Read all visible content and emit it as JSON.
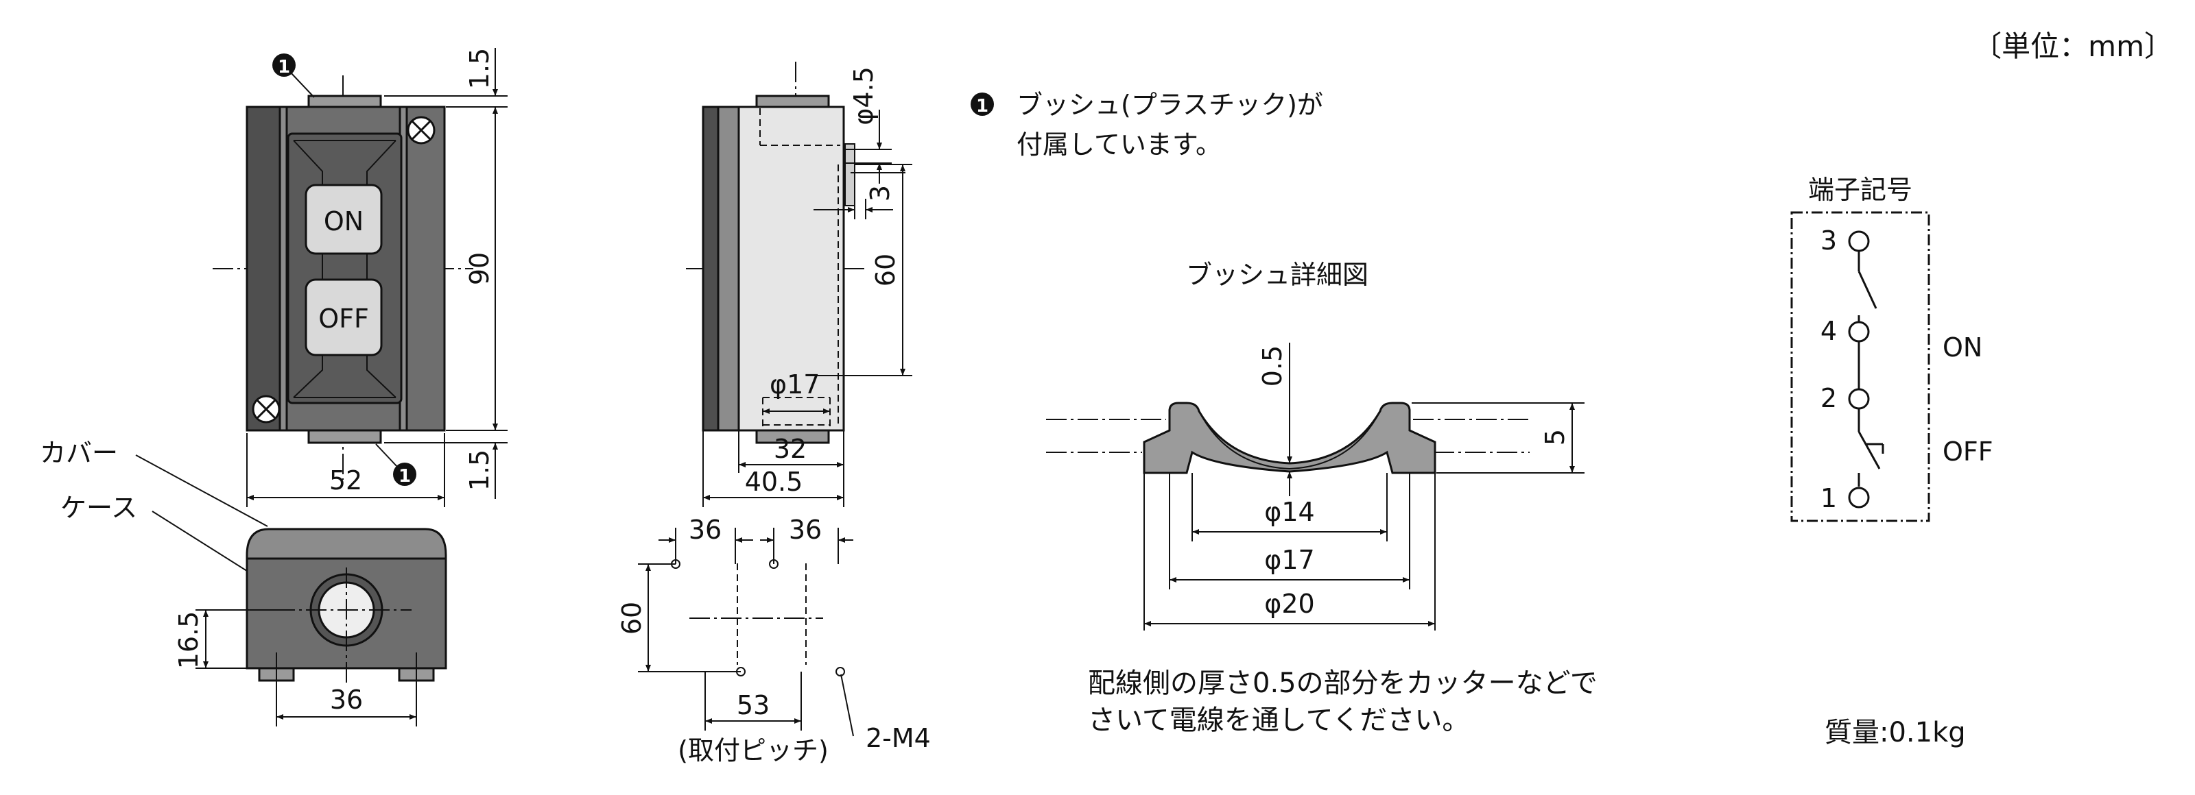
{
  "unit_label": "〔単位：mm〕",
  "front": {
    "on_label": "ON",
    "off_label": "OFF",
    "note_marker": "1",
    "dim_top_gap": "1.5",
    "dim_height": "90",
    "dim_bottom_gap": "1.5",
    "dim_width": "52"
  },
  "side": {
    "dim_phi_hole": "φ4.5",
    "dim_offset": "3",
    "dim_pitch": "60",
    "dim_phi_inner": "φ17",
    "dim_inner": "32",
    "dim_depth": "40.5"
  },
  "bottom": {
    "label_cover": "カバー",
    "label_case": "ケース",
    "dim_height": "16.5",
    "dim_width": "36"
  },
  "mount": {
    "dim_left": "36",
    "dim_right": "36",
    "dim_vertical": "60",
    "dim_pitch": "53",
    "pitch_label": "(取付ピッチ)",
    "screw_label": "2-M4"
  },
  "note": {
    "marker": "1",
    "line1": "ブッシュ(プラスチック)が",
    "line2": "付属しています。"
  },
  "bushing": {
    "title": "ブッシュ詳細図",
    "dim_thickness": "0.5",
    "dim_height": "5",
    "dim_phi14": "φ14",
    "dim_phi17": "φ17",
    "dim_phi20": "φ20",
    "caption_line1": "配線側の厚さ0.5の部分をカッターなどで",
    "caption_line2": "さいて電線を通してください。"
  },
  "terminal": {
    "title": "端子記号",
    "t3": "3",
    "t4": "4",
    "t2": "2",
    "t1": "1",
    "on_label": "ON",
    "off_label": "OFF"
  },
  "mass_label": "質量:0.1kg"
}
